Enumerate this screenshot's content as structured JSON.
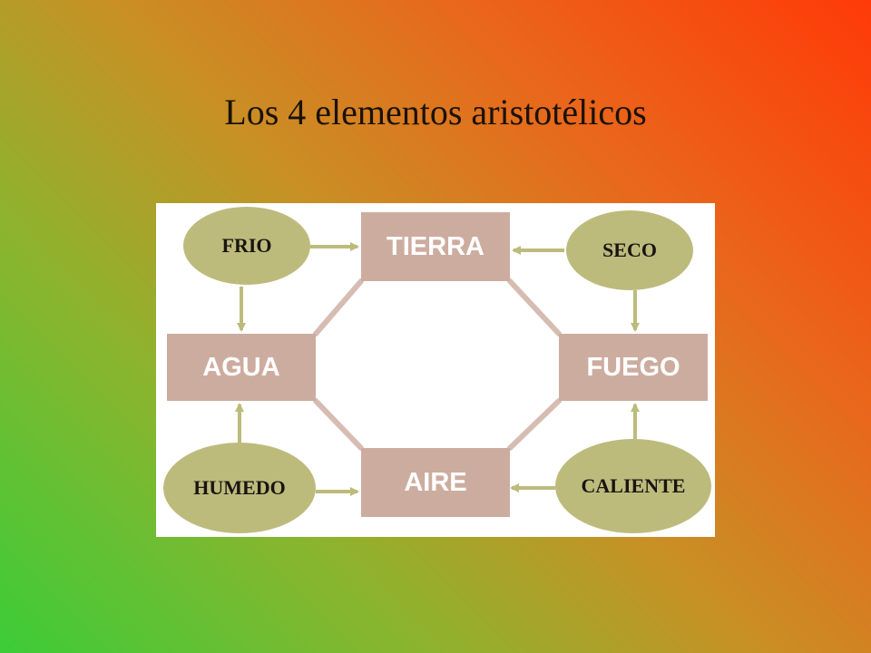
{
  "title": "Los 4 elementos aristotélicos",
  "elements": {
    "tierra": "TIERRA",
    "agua": "AGUA",
    "fuego": "FUEGO",
    "aire": "AIRE"
  },
  "qualities": {
    "frio": "FRIO",
    "seco": "SECO",
    "humedo": "HUMEDO",
    "caliente": "CALIENTE"
  },
  "colors": {
    "element_fill": "#cdaca0",
    "quality_fill": "#bdbb7c",
    "connector": "#bdbb7c",
    "octagon_edge": "#d6bcb2"
  }
}
